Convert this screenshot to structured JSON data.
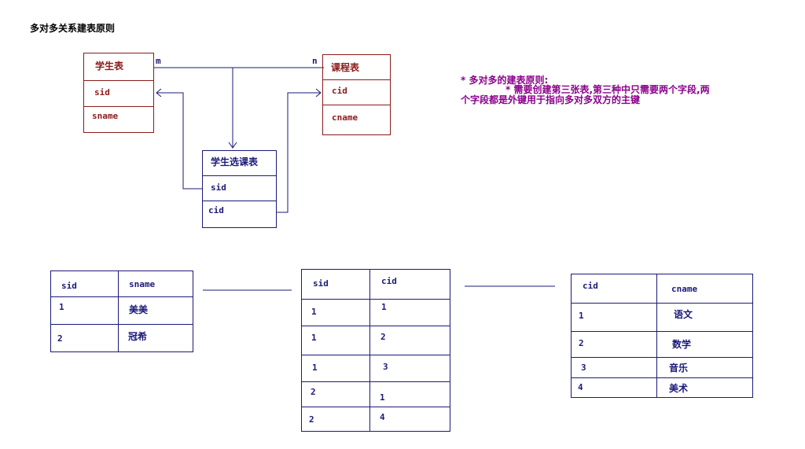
{
  "title": "多对多关系建表原则",
  "entities": {
    "student": {
      "name": "学生表",
      "fields": [
        "sid",
        "sname"
      ]
    },
    "course": {
      "name": "课程表",
      "fields": [
        "cid",
        "cname"
      ]
    },
    "selection": {
      "name": "学生选课表",
      "fields": [
        "sid",
        "cid"
      ]
    }
  },
  "cardinality": {
    "left": "m",
    "right": "n"
  },
  "note": {
    "line1": "* 多对多的建表原则:",
    "line2": "* 需要创建第三张表,第三种中只需要两个字段,两",
    "line3": "个字段都是外键用于指向多对多双方的主键"
  },
  "tables": {
    "student": {
      "headers": [
        "sid",
        "sname"
      ],
      "rows": [
        [
          "1",
          "美美"
        ],
        [
          "2",
          "冠希"
        ]
      ]
    },
    "selection": {
      "headers": [
        "sid",
        "cid"
      ],
      "rows": [
        [
          "1",
          "1"
        ],
        [
          "1",
          "2"
        ],
        [
          "1",
          "3"
        ],
        [
          "2",
          "1"
        ],
        [
          "2",
          "4"
        ]
      ]
    },
    "course": {
      "headers": [
        "cid",
        "cname"
      ],
      "rows": [
        [
          "1",
          "语文"
        ],
        [
          "2",
          "数学"
        ],
        [
          "3",
          "音乐"
        ],
        [
          "4",
          "美术"
        ]
      ]
    }
  }
}
